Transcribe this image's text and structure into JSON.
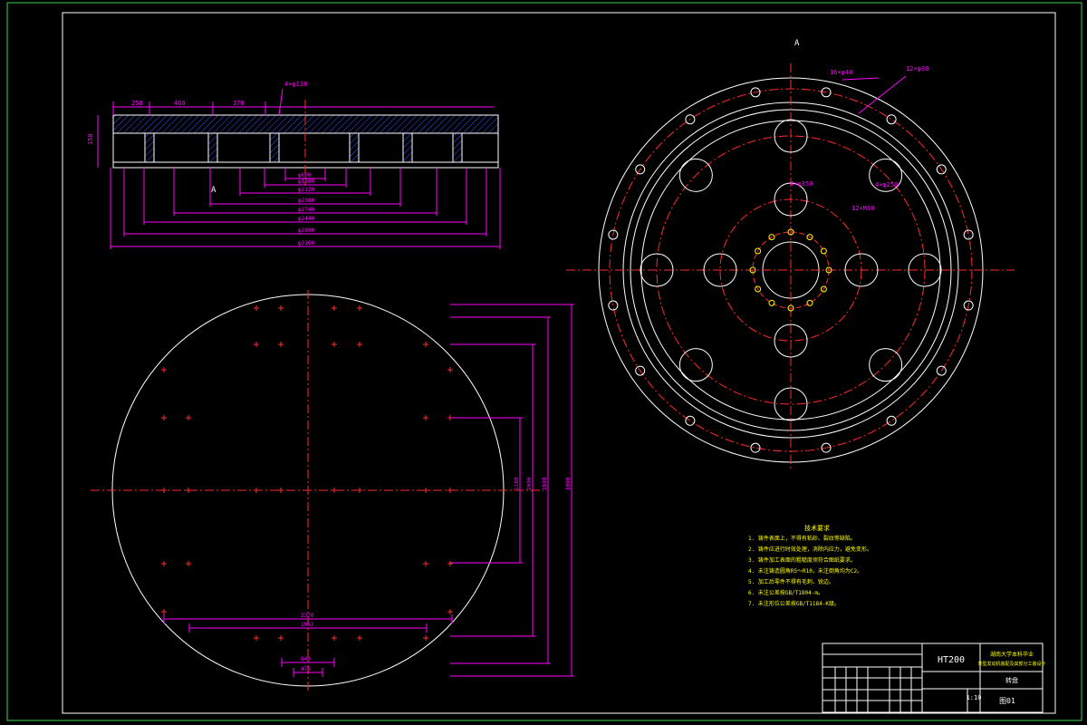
{
  "colors": {
    "background": "#000000",
    "frame": "#39d353",
    "outline": "#ffffff",
    "dimension": "#ff00ff",
    "centerline": "#ff2a2a",
    "notes": "#ffff00"
  },
  "section_view": {
    "labels": [
      "A"
    ],
    "dims_top": [
      "250",
      "460",
      "370"
    ],
    "dim_left": "150",
    "callout": "4×φ138",
    "dims_bottom": [
      "φ600",
      "φ1500",
      "φ2120",
      "φ2380",
      "φ2740",
      "φ2440",
      "φ2800",
      "φ3160"
    ]
  },
  "view_a": {
    "title": "A",
    "callouts": [
      "16×φ40",
      "4×φ350",
      "12×φ30",
      "4×φ250",
      "12×M30"
    ]
  },
  "plan_view": {
    "dims_right": [
      "1180",
      "2090",
      "2690",
      "3000"
    ],
    "dims_bottom": [
      "2370",
      "1952",
      "840",
      "476"
    ]
  },
  "tech_notes": {
    "title": "技术要求",
    "lines": [
      "1. 铸件表面上，不得有粘砂、裂纹等缺陷。",
      "2. 铸件应进行时效处理，消除内应力，避免变形。",
      "3. 铸件加工表面的粗糙度须符合图纸要求。",
      "4. 未注铸造圆角R5～R10，未注倒角均为C2。",
      "5. 加工后零件不得有毛刺、锐边。",
      "6. 未注公差按GB/T1804-m。",
      "7. 未注形位公差按GB/T1184-K级。"
    ]
  },
  "title_block": {
    "material": "HT200",
    "school": "湖南大学本科毕业",
    "project": "某型发动机装配及其部分工装设计",
    "scale": "1:10",
    "sheet": "转盘",
    "drawing_no": "图01"
  }
}
